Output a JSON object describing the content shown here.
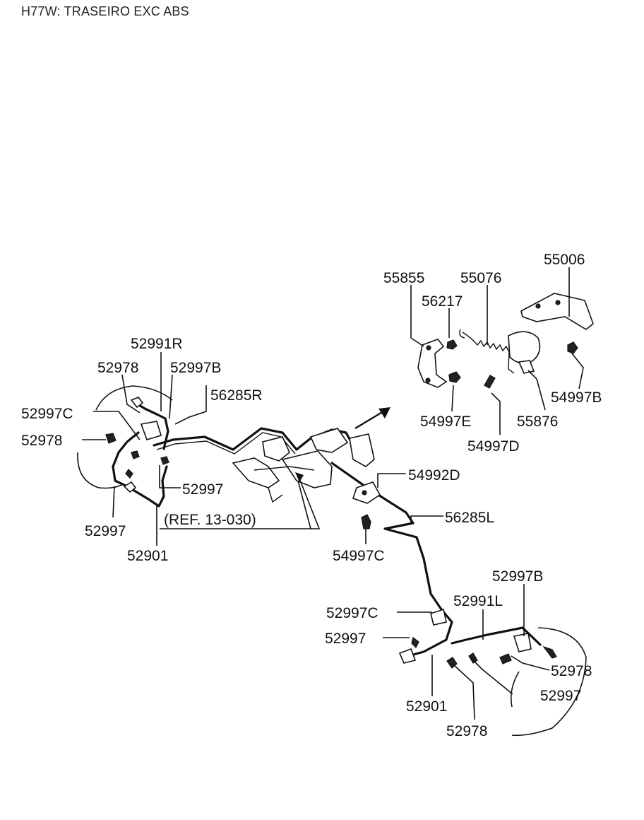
{
  "header": {
    "title": "H77W: TRASEIRO EXC ABS"
  },
  "reference": {
    "text": "(REF. 13-030)"
  },
  "callouts": [
    "55006",
    "55855",
    "55076",
    "56217",
    "54997B",
    "54997E",
    "55876",
    "54997D",
    "52991R",
    "52978",
    "52997B",
    "56285R",
    "52997C",
    "52978",
    "52997",
    "52997",
    "52901",
    "54992D",
    "56285L",
    "54997C",
    "52997B",
    "52991L",
    "52997C",
    "52997",
    "52978",
    "52997",
    "52901",
    "52978"
  ]
}
